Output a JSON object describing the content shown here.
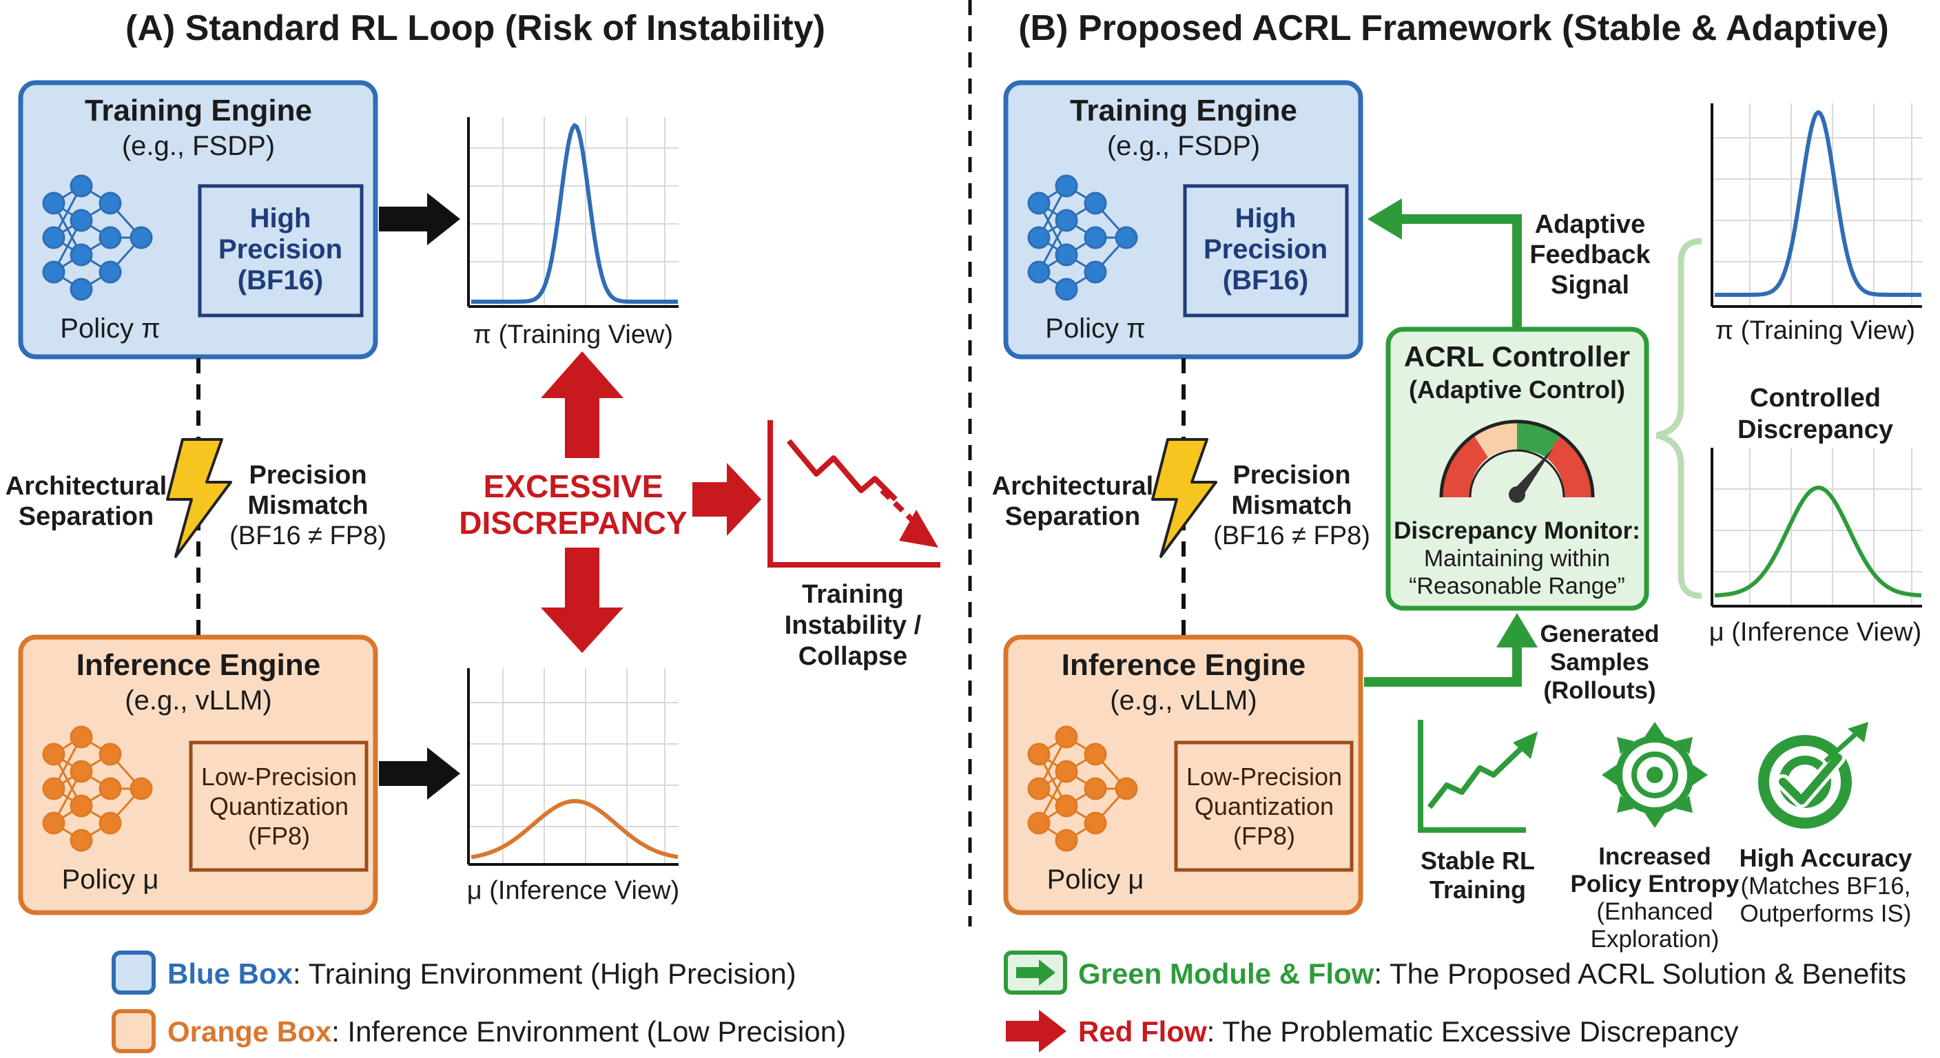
{
  "colors": {
    "blue_stroke": "#2f6db5",
    "blue_fill": "#cfe1f3",
    "navy": "#1f3c7a",
    "orange_stroke": "#d9772e",
    "orange_fill": "#fbdcc2",
    "red": "#c8191e",
    "green": "#2e9b3a",
    "green_fill": "#e3f3e2",
    "light_green": "#b9dcb3",
    "text": "#1b1b1b",
    "bolt": "#f6c520"
  },
  "panel_a": {
    "title": "(A) Standard RL Loop (Risk of Instability)",
    "training": {
      "title": "Training Engine",
      "subtitle": "(e.g., FSDP)",
      "precision_line1": "High",
      "precision_line2": "Precision",
      "precision_line3": "(BF16)",
      "policy": "Policy π"
    },
    "inference": {
      "title": "Inference Engine",
      "subtitle": "(e.g., vLLM)",
      "precision_line1": "Low-Precision",
      "precision_line2": "Quantization",
      "precision_line3": "(FP8)",
      "policy": "Policy μ"
    },
    "separation_line1": "Architectural",
    "separation_line2": "Separation",
    "mismatch_line1": "Precision",
    "mismatch_line2": "Mismatch",
    "mismatch_line3": "(BF16 ≠ FP8)",
    "training_view_label": "π (Training View)",
    "inference_view_label": "μ (Inference View)",
    "discrepancy_line1": "EXCESSIVE",
    "discrepancy_line2": "DISCREPANCY",
    "collapse_line1": "Training",
    "collapse_line2": "Instability /",
    "collapse_line3": "Collapse"
  },
  "panel_b": {
    "title": "(B) Proposed ACRL Framework (Stable & Adaptive)",
    "training": {
      "title": "Training Engine",
      "subtitle": "(e.g., FSDP)",
      "precision_line1": "High",
      "precision_line2": "Precision",
      "precision_line3": "(BF16)",
      "policy": "Policy π"
    },
    "inference": {
      "title": "Inference Engine",
      "subtitle": "(e.g., vLLM)",
      "precision_line1": "Low-Precision",
      "precision_line2": "Quantization",
      "precision_line3": "(FP8)",
      "policy": "Policy μ"
    },
    "separation_line1": "Architectural",
    "separation_line2": "Separation",
    "mismatch_line1": "Precision",
    "mismatch_line2": "Mismatch",
    "mismatch_line3": "(BF16 ≠ FP8)",
    "feedback_line1": "Adaptive",
    "feedback_line2": "Feedback",
    "feedback_line3": "Signal",
    "controller": {
      "title": "ACRL Controller",
      "subtitle": "(Adaptive Control)",
      "monitor_title": "Discrepancy Monitor:",
      "monitor_line1": "Maintaining within",
      "monitor_line2": "“Reasonable Range”"
    },
    "samples_line1": "Generated",
    "samples_line2": "Samples",
    "samples_line3": "(Rollouts)",
    "training_view_label": "π (Training View)",
    "controlled_line1": "Controlled",
    "controlled_line2": "Discrepancy",
    "inference_view_label": "μ (Inference View)",
    "benefits": [
      {
        "icon": "trending-up-icon",
        "line1": "Stable RL",
        "line2": "Training",
        "line3": ""
      },
      {
        "icon": "exploration-target-icon",
        "line1": "Increased",
        "line2": "Policy Entropy",
        "line3": "(Enhanced",
        "line4": "Exploration)"
      },
      {
        "icon": "accuracy-target-icon",
        "line1": "High Accuracy",
        "line2": "(Matches BF16,",
        "line3": "Outperforms IS)"
      }
    ]
  },
  "legend": {
    "blue_key": "Blue Box",
    "blue_text": ": Training Environment (High Precision)",
    "orange_key": "Orange Box",
    "orange_text": ": Inference Environment (Low Precision)",
    "green_key": "Green Module & Flow",
    "green_text": ": The Proposed ACRL Solution & Benefits",
    "red_key": "Red Flow",
    "red_text": ": The Problematic Excessive Discrepancy"
  }
}
